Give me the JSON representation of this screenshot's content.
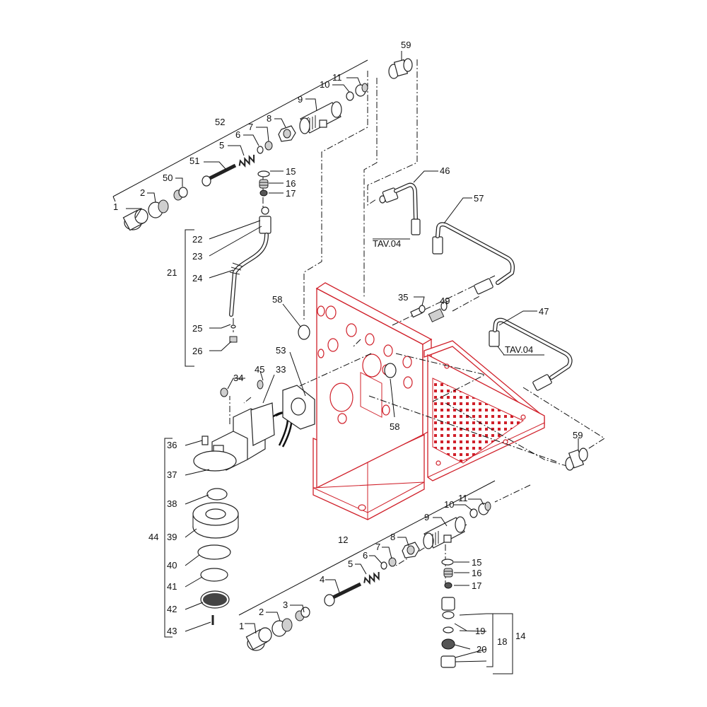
{
  "labels": {
    "l1a": "1",
    "l2a": "2",
    "l50": "50",
    "l51": "51",
    "l5a": "5",
    "l6a": "6",
    "l7a": "7",
    "l8a": "8",
    "l9a": "9",
    "l10a": "10",
    "l11a": "11",
    "l52": "52",
    "l59a": "59",
    "l15a": "15",
    "l16a": "16",
    "l17a": "17",
    "l46": "46",
    "l57": "57",
    "ltav1": "TAV.04",
    "l21": "21",
    "l22": "22",
    "l23": "23",
    "l24": "24",
    "l25": "25",
    "l26": "26",
    "l58a": "58",
    "l35": "35",
    "l49": "49",
    "l47": "47",
    "ltav2": "TAV.04",
    "l53": "53",
    "l34": "34",
    "l45": "45",
    "l33": "33",
    "l58b": "58",
    "l59b": "59",
    "l36": "36",
    "l37": "37",
    "l38": "38",
    "l39": "39",
    "l44": "44",
    "l40": "40",
    "l41": "41",
    "l42": "42",
    "l43": "43",
    "l11b": "11",
    "l10b": "10",
    "l9b": "9",
    "l8b": "8",
    "l7b": "7",
    "l6b": "6",
    "l5b": "5",
    "l4": "4",
    "l12": "12",
    "l3": "3",
    "l2b": "2",
    "l1b": "1",
    "l15b": "15",
    "l16b": "16",
    "l17b": "17",
    "l19": "19",
    "l20": "20",
    "l18": "18",
    "l14": "14"
  },
  "colors": {
    "frame": "#d0202a",
    "ink": "#111111"
  }
}
